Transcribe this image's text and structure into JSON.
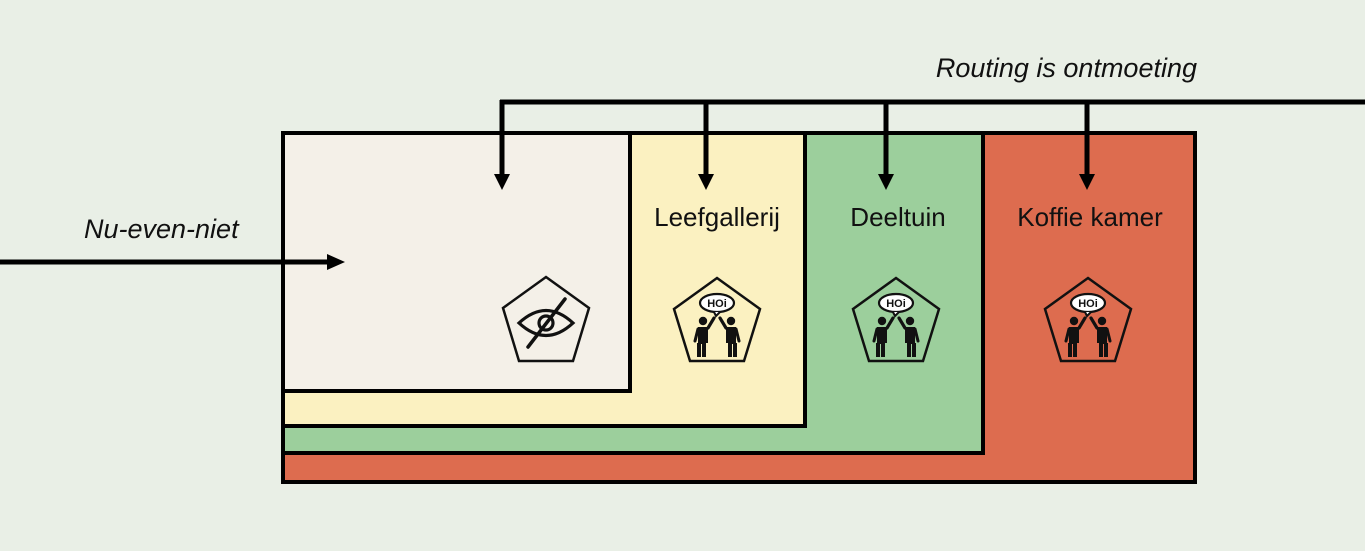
{
  "labels": {
    "routing": "Routing is ontmoeting",
    "nu_even_niet": "Nu-even-niet"
  },
  "zones": [
    {
      "name": "",
      "color": "#f4f0e8",
      "icon": "eye-slash-icon"
    },
    {
      "name": "Leefgallerij",
      "color": "#fbf1c1",
      "icon": "meeting-people-icon",
      "speech": "HOi"
    },
    {
      "name": "Deeltuin",
      "color": "#9ccf9c",
      "icon": "meeting-people-icon",
      "speech": "HOi"
    },
    {
      "name": "Koffie kamer",
      "color": "#dd6c4f",
      "icon": "meeting-people-icon",
      "speech": "HOi"
    }
  ]
}
